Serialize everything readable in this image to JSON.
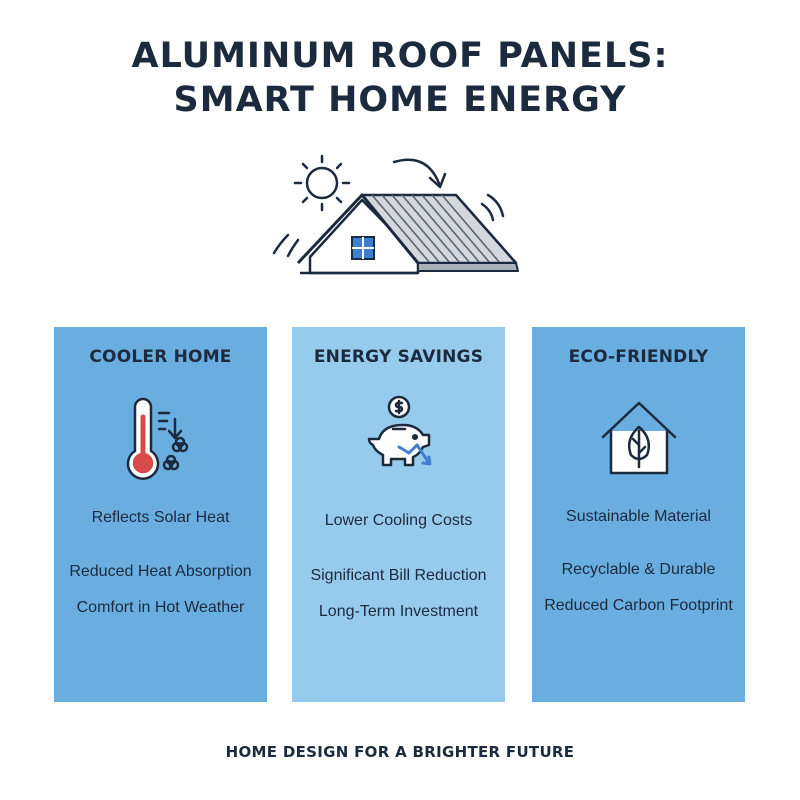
{
  "title": {
    "line1": "ALUMINUM ROOF PANELS:",
    "line2": "SMART HOME ENERGY"
  },
  "hero": {
    "icons": [
      "sun-icon",
      "arrow-icon",
      "house-roof-icon",
      "window-icon",
      "heat-wave-icon"
    ]
  },
  "cards": [
    {
      "title": "COOLER HOME",
      "icon": "thermometer-icon",
      "color": "#6aaee0",
      "lines": [
        "Reflects Solar Heat",
        "Reduced Heat Absorption",
        "Comfort in Hot Weather"
      ]
    },
    {
      "title": "ENERGY SAVINGS",
      "icon": "piggy-bank-icon",
      "color": "#97cbee",
      "lines": [
        "Lower Cooling Costs",
        "Significant Bill Reduction",
        "Long-Term Investment"
      ]
    },
    {
      "title": "ECO-FRIENDLY",
      "icon": "eco-house-icon",
      "color": "#6aaee0",
      "lines": [
        "Sustainable Material",
        "Recyclable & Durable",
        "Reduced Carbon Footprint"
      ]
    }
  ],
  "footer": {
    "text": "HOME DESIGN FOR A BRIGHTER FUTURE"
  },
  "colors": {
    "text": "#1c2a3e",
    "accent_blue": "#3f7fd0",
    "card_dark": "#6aaee0",
    "card_light": "#97cbee"
  }
}
